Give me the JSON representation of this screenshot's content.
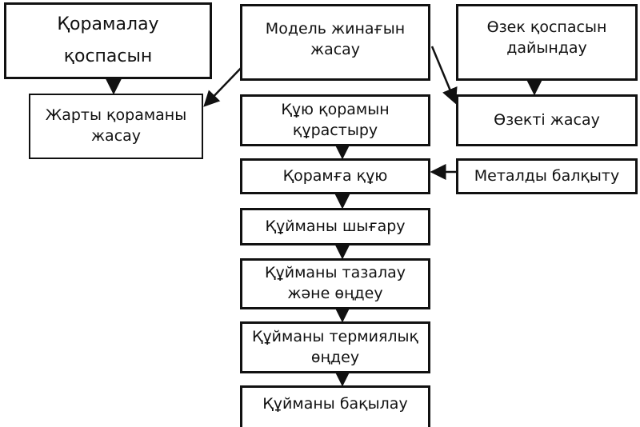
{
  "diagram": {
    "boxes": {
      "mold_mix": "Қорамалау\nқоспасын",
      "half_mold": "Жарты қораманы\nжасау",
      "model_set": "Модель жинағын\nжасау",
      "assemble_mold": "Құю қорамын\nқұрастыру",
      "pour_mold": "Қорамға құю",
      "extract_casting": "Құйманы шығару",
      "clean_casting": "Құйманы тазалау\nжəне өңдеу",
      "thermal_casting": "Құйманы термиялық\nөңдеу",
      "inspect_casting": "Құйманы бақылау",
      "core_mix": "Өзек қоспасын\nдайындау",
      "make_core": "Өзекті жасау",
      "melt_metal": "Металды балқыту"
    }
  }
}
